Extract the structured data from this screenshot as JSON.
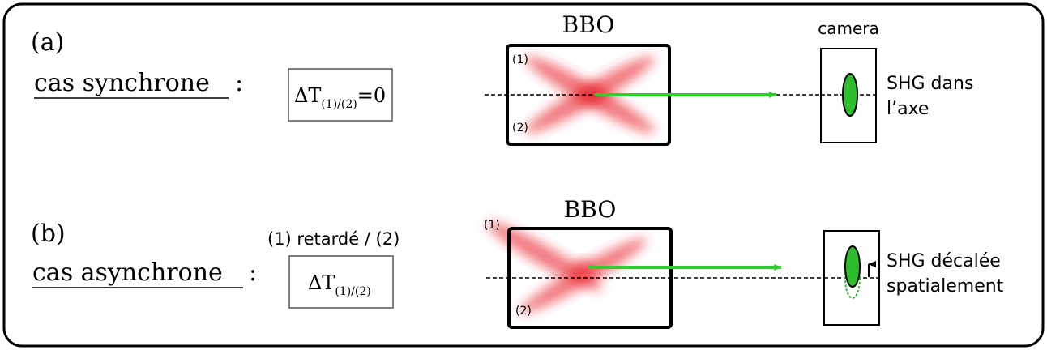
{
  "panel_a": {
    "label": "(a)",
    "case_label": "cas synchrone",
    "colon": ":",
    "delta_symbol": "ΔT",
    "delta_subscript": "(1)/(2)",
    "delta_suffix": "=0",
    "crystal_label": "BBO",
    "beam1_label": "(1)",
    "beam2_label": "(2)",
    "camera_label": "camera",
    "shg_line1": "SHG dans",
    "shg_line2": "l’axe"
  },
  "panel_b": {
    "label": "(b)",
    "case_label": "cas asynchrone",
    "colon": ":",
    "delay_label": "(1) retardé / (2)",
    "delta_symbol": "ΔT",
    "delta_subscript": "(1)/(2)",
    "crystal_label": "BBO",
    "beam1_label": "(1)",
    "beam2_label": "(2)",
    "shg_line1": "SHG décalée",
    "shg_line2": "spatialement"
  },
  "colors": {
    "shg_green": "#2ebf2e",
    "arrow_green": "#33cc33",
    "beam_red": "#e8202a",
    "frame": "#000000"
  }
}
